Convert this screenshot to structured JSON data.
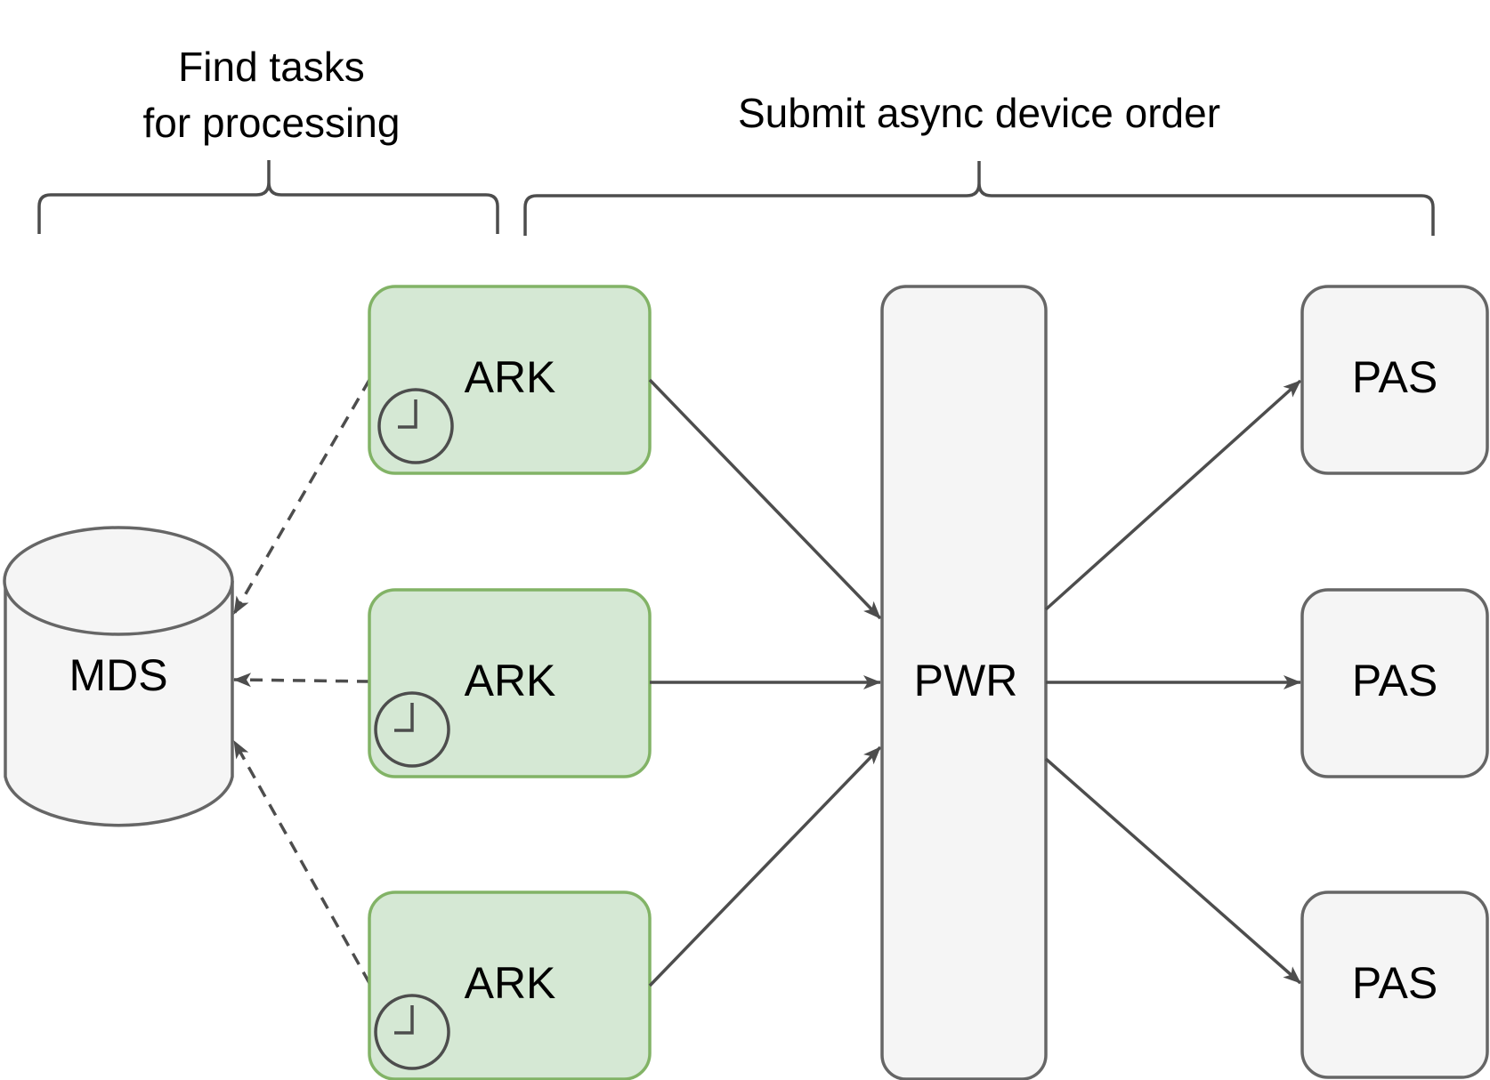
{
  "groups": {
    "find_tasks": {
      "line1": "Find tasks",
      "line2": "for processing"
    },
    "submit_order": {
      "label": "Submit async device order"
    }
  },
  "nodes": {
    "database": {
      "label": "MDS",
      "shape": "cylinder"
    },
    "workers": [
      {
        "label": "ARK",
        "icon": "clock-icon"
      },
      {
        "label": "ARK",
        "icon": "clock-icon"
      },
      {
        "label": "ARK",
        "icon": "clock-icon"
      }
    ],
    "router": {
      "label": "PWR"
    },
    "targets": [
      {
        "label": "PAS"
      },
      {
        "label": "PAS"
      },
      {
        "label": "PAS"
      }
    ]
  },
  "edges": [
    {
      "from": "ARK-1",
      "to": "MDS",
      "style": "dashed"
    },
    {
      "from": "ARK-2",
      "to": "MDS",
      "style": "dashed"
    },
    {
      "from": "ARK-3",
      "to": "MDS",
      "style": "dashed"
    },
    {
      "from": "ARK-1",
      "to": "PWR",
      "style": "solid"
    },
    {
      "from": "ARK-2",
      "to": "PWR",
      "style": "solid"
    },
    {
      "from": "ARK-3",
      "to": "PWR",
      "style": "solid"
    },
    {
      "from": "PWR",
      "to": "PAS-1",
      "style": "solid"
    },
    {
      "from": "PWR",
      "to": "PAS-2",
      "style": "solid"
    },
    {
      "from": "PWR",
      "to": "PAS-3",
      "style": "solid"
    }
  ],
  "colors": {
    "worker_fill": "#d5e8d4",
    "worker_stroke": "#82b366",
    "node_fill": "#f5f5f5",
    "node_stroke": "#666666",
    "edge": "#4d4d4d"
  }
}
